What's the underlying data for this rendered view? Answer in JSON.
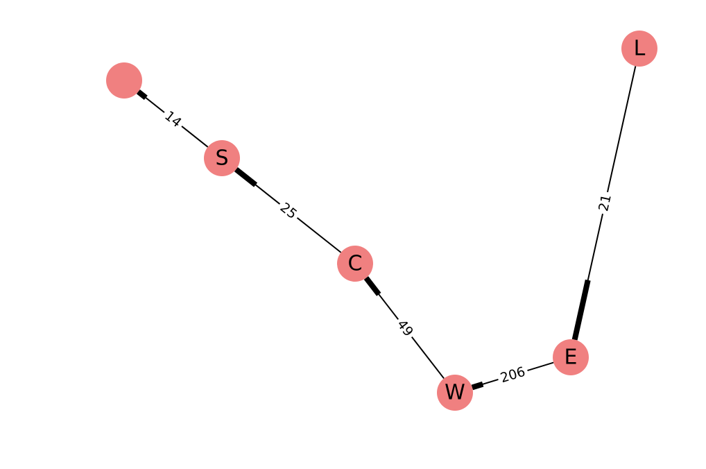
{
  "graph": {
    "node_color": "#f08080",
    "edge_color": "#000000",
    "nodes": [
      {
        "id": "n0",
        "label": ""
      },
      {
        "id": "S",
        "label": "S"
      },
      {
        "id": "C",
        "label": "C"
      },
      {
        "id": "W",
        "label": "W"
      },
      {
        "id": "E",
        "label": "E"
      },
      {
        "id": "L",
        "label": "L"
      }
    ],
    "edges": [
      {
        "source": "n0",
        "target": "S",
        "weight": "14"
      },
      {
        "source": "S",
        "target": "C",
        "weight": "25"
      },
      {
        "source": "C",
        "target": "W",
        "weight": "49"
      },
      {
        "source": "W",
        "target": "E",
        "weight": "206"
      },
      {
        "source": "E",
        "target": "L",
        "weight": "21"
      }
    ]
  }
}
